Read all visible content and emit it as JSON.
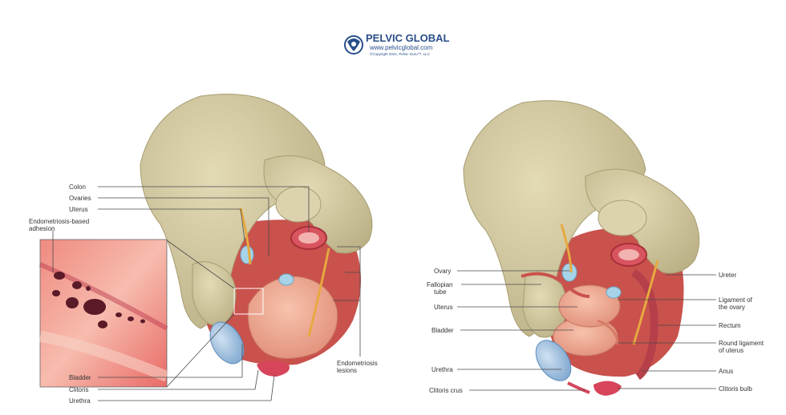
{
  "logo": {
    "title": "PELVIC GLOBAL",
    "url": "www.pelvicglobal.com",
    "copyright": "©Copyright 2021, Pelvic Guru™, LLC",
    "color": "#2a4f8a"
  },
  "left_figure": {
    "labels": {
      "colon": "Colon",
      "ovaries": "Ovaries",
      "uterus": "Uterus",
      "adhesion_line1": "Endometriosis-based",
      "adhesion_line2": "adhesion",
      "bladder": "Bladder",
      "clitoris": "Clitoris",
      "urethra": "Urethra",
      "lesions_line1": "Endometriosis",
      "lesions_line2": "lesions"
    }
  },
  "right_figure": {
    "labels": {
      "ovary": "Ovary",
      "fallopian_line1": "Fallopian",
      "fallopian_line2": "tube",
      "uterus": "Uterus",
      "bladder": "Bladder",
      "urethra": "Urethra",
      "clitoris_crus": "Clitoris crus",
      "ureter": "Ureter",
      "ligament_ovary_line1": "Ligament of",
      "ligament_ovary_line2": "the ovary",
      "rectum": "Rectum",
      "round_ligament_line1": "Round ligament",
      "round_ligament_line2": "of uterus",
      "anus": "Anus",
      "clitoris_bulb": "Clitoris bulb"
    }
  },
  "colors": {
    "bone": "#d8cfa8",
    "bone_shadow": "#b9ae83",
    "muscle": "#c9524c",
    "organ": "#eda58e",
    "bladder": "#a7c6e4",
    "ureter": "#e7a940",
    "rectum": "#d8545f"
  }
}
